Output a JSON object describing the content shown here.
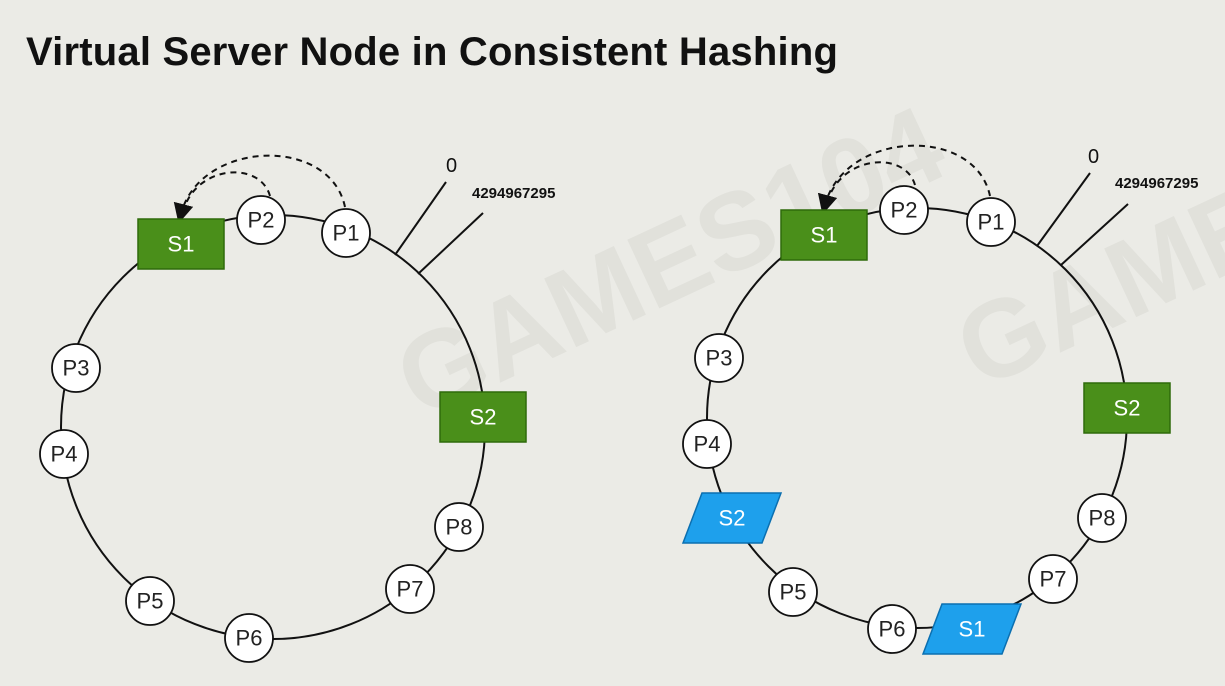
{
  "title": "Virtual Server Node in Consistent Hashing",
  "watermark": "GAMES104",
  "colors": {
    "physical_server": "#4a8f1a",
    "virtual_server": "#1ea0ec",
    "background": "#ebebe6"
  },
  "rings": [
    {
      "label_zero": "0",
      "label_max": "4294967295",
      "points": [
        "P1",
        "P2",
        "P3",
        "P4",
        "P5",
        "P6",
        "P7",
        "P8"
      ],
      "servers": [
        {
          "label": "S1",
          "kind": "physical"
        },
        {
          "label": "S2",
          "kind": "physical"
        }
      ]
    },
    {
      "label_zero": "0",
      "label_max": "4294967295",
      "points": [
        "P1",
        "P2",
        "P3",
        "P4",
        "P5",
        "P6",
        "P7",
        "P8"
      ],
      "servers": [
        {
          "label": "S1",
          "kind": "physical"
        },
        {
          "label": "S2",
          "kind": "physical"
        },
        {
          "label": "S2",
          "kind": "virtual"
        },
        {
          "label": "S1",
          "kind": "virtual"
        }
      ]
    }
  ]
}
